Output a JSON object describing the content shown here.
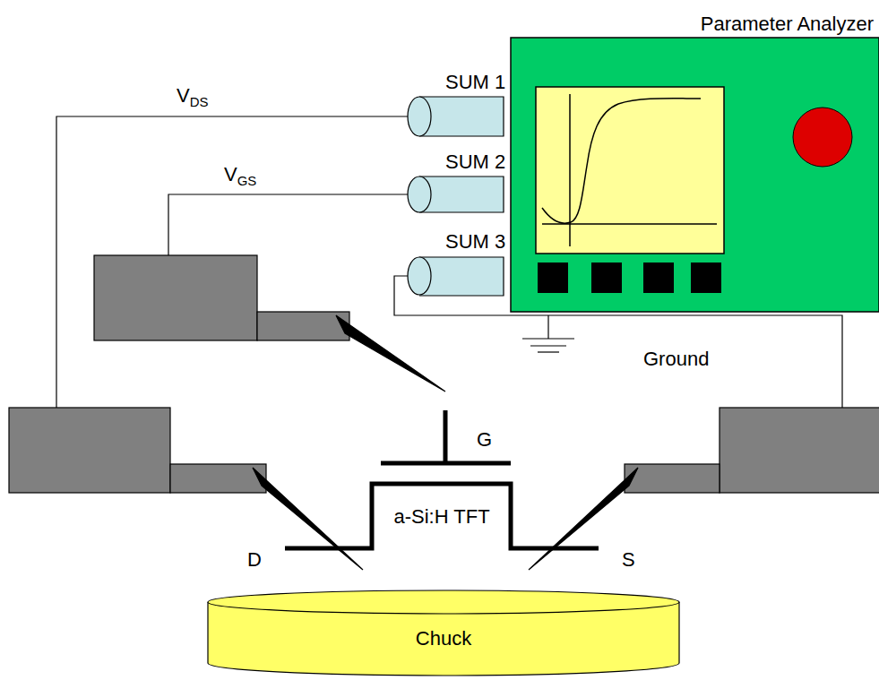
{
  "diagram": {
    "nodes": [
      {
        "text": [
          "Parameter Analyzer"
        ]
      },
      {
        "text": [
          "SUM 1"
        ]
      },
      {
        "text": [
          "SUM 2"
        ]
      },
      {
        "text": [
          "SUM 3"
        ]
      },
      {
        "text": [
          "a-Si:H TFT"
        ]
      },
      {
        "text": [
          "Chuck"
        ]
      }
    ],
    "labels": [
      "VDS",
      "VGS",
      "Ground",
      "G",
      "D",
      "S"
    ]
  }
}
